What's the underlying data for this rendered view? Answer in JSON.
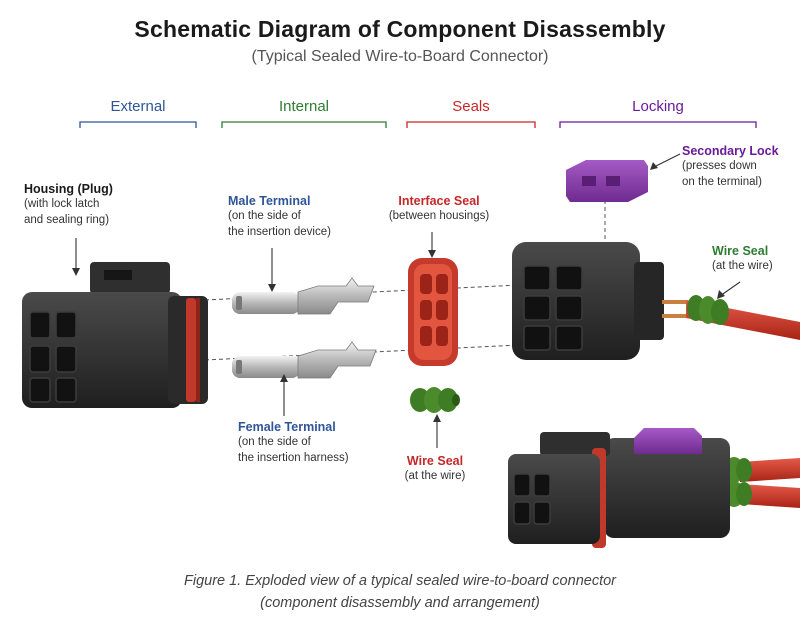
{
  "title": "Schematic Diagram of Component Disassembly",
  "subtitle": "(Typical Sealed Wire-to-Board Connector)",
  "categories": {
    "external": "External",
    "internal": "Internal",
    "seals": "Seals",
    "locking": "Locking"
  },
  "colors": {
    "external": "#2f5597",
    "internal": "#2e7d32",
    "seals": "#c62828",
    "locking": "#6a1b9a",
    "housing": "#2b2b2b",
    "seal_red": "#d0392b",
    "wire_seal_green": "#4c8b2b",
    "lock_purple": "#8e44ad",
    "terminal": "#bdbdbd"
  },
  "labels": {
    "housing": {
      "title": "Housing (Plug)",
      "line1": "(with lock latch",
      "line2": "and sealing ring)"
    },
    "male_terminal": {
      "title": "Male Terminal",
      "line1": "(on the side of",
      "line2": "the insertion device)"
    },
    "female_terminal": {
      "title": "Female Terminal",
      "line1": "(on the side of",
      "line2": "the insertion harness)"
    },
    "interface_seal": {
      "title": "Interface Seal",
      "line1": "(between housings)"
    },
    "wire_seal_center": {
      "title": "Wire Seal",
      "line1": "(at the wire)"
    },
    "secondary_lock": {
      "title": "Secondary Lock",
      "line1": "(presses down",
      "line2": "on the terminal)"
    },
    "wire_seal_right": {
      "title": "Wire Seal",
      "line1": "(at the wire)"
    }
  },
  "caption": {
    "line1": "Figure 1. Exploded view of a typical sealed wire-to-board connector",
    "line2": "(component disassembly and arrangement)"
  }
}
